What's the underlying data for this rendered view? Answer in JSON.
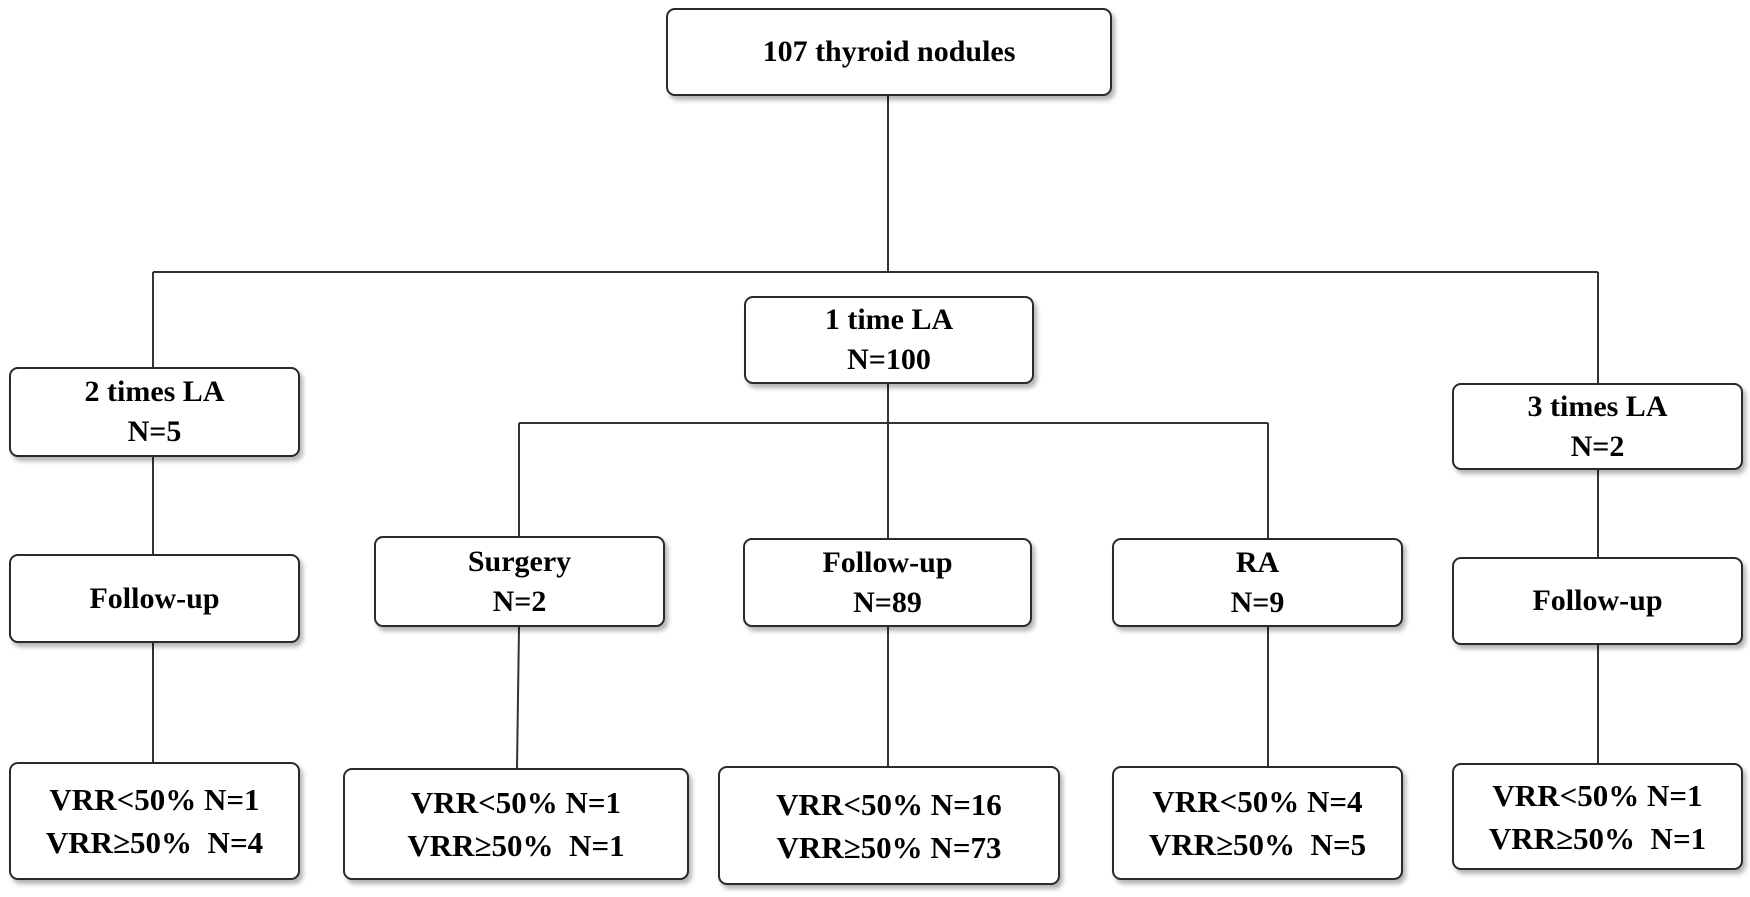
{
  "root": {
    "label": "107 thyroid nodules"
  },
  "one_time": {
    "line1": "1 time LA",
    "line2": "N=100"
  },
  "two_times": {
    "line1": "2 times LA",
    "line2": "N=5",
    "next": "Follow-up",
    "outcome": {
      "line1": "VRR<50% N=1",
      "line2": "VRR≥50%  N=4"
    }
  },
  "three_times": {
    "line1": "3 times LA",
    "line2": "N=2",
    "next": "Follow-up",
    "outcome": {
      "line1": "VRR<50% N=1",
      "line2": "VRR≥50%  N=1"
    }
  },
  "surgery": {
    "line1": "Surgery",
    "line2": "N=2",
    "outcome": {
      "line1": "VRR<50% N=1",
      "line2": "VRR≥50%  N=1"
    }
  },
  "followup": {
    "line1": "Follow-up",
    "line2": "N=89",
    "outcome": {
      "line1": "VRR<50% N=16",
      "line2": "VRR≥50% N=73"
    }
  },
  "ra": {
    "line1": "RA",
    "line2": "N=9",
    "outcome": {
      "line1": "VRR<50% N=4",
      "line2": "VRR≥50%  N=5"
    }
  }
}
